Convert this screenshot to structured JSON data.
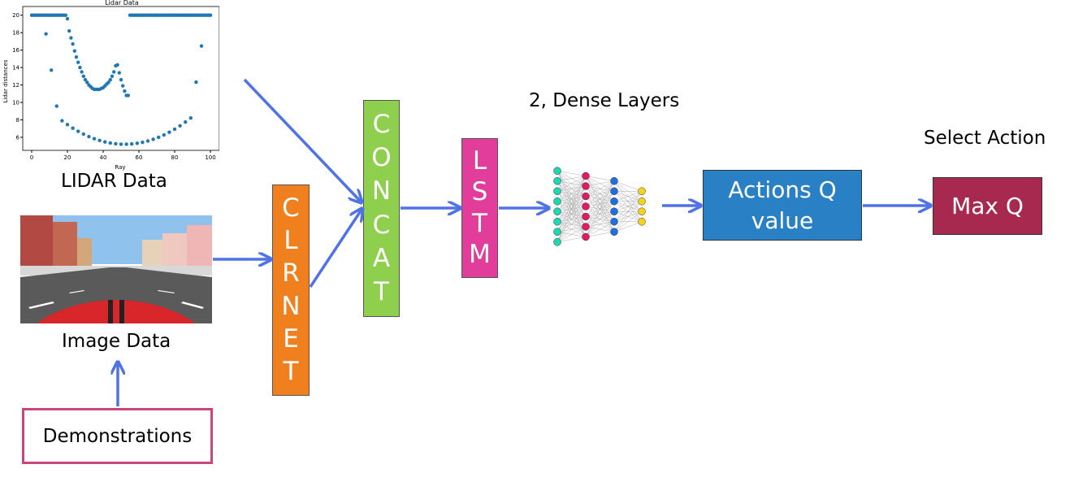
{
  "lidar_panel": {
    "chart_title": "Lidar Data",
    "xlabel": "Ray",
    "ylabel": "Lidar distances",
    "caption": "LIDAR Data"
  },
  "chart_data": {
    "type": "scatter",
    "title": "Lidar Data",
    "xlabel": "Ray",
    "ylabel": "Lidar distances",
    "xlim": [
      -5,
      105
    ],
    "ylim": [
      4.5,
      21
    ],
    "xticks": [
      0,
      20,
      40,
      60,
      80,
      100
    ],
    "yticks": [
      6,
      8,
      10,
      12,
      14,
      16,
      18,
      20
    ],
    "series": [
      {
        "color": "#1f77b4",
        "x": [
          0,
          1,
          2,
          3,
          4,
          5,
          6,
          7,
          8,
          9,
          10,
          11,
          12,
          13,
          14,
          15,
          16,
          17,
          18,
          19,
          20,
          21,
          22,
          23,
          24,
          25,
          26,
          27,
          28,
          29,
          30,
          31,
          32,
          33,
          34,
          35,
          36,
          37,
          38,
          39,
          40,
          41,
          42,
          43,
          44,
          45,
          46,
          47,
          48,
          49,
          50,
          51,
          52,
          53,
          54,
          55,
          56,
          57,
          58,
          59,
          60,
          61,
          62,
          63,
          64,
          65,
          66,
          67,
          68,
          69,
          70,
          71,
          72,
          73,
          74,
          75,
          76,
          77,
          78,
          79,
          80,
          81,
          82,
          83,
          84,
          85,
          86,
          87,
          88,
          89,
          90,
          91,
          92,
          93,
          94,
          95,
          96,
          97,
          98,
          99,
          100
        ],
        "y": [
          20,
          20,
          20,
          20,
          20,
          20,
          20,
          20,
          20,
          20,
          20,
          20,
          20,
          20,
          20,
          20,
          20,
          20,
          20,
          20,
          19.6,
          18.2,
          17.4,
          16.7,
          15.9,
          15.2,
          14.6,
          14.0,
          13.5,
          13.0,
          12.6,
          12.3,
          12.0,
          11.8,
          11.6,
          11.5,
          11.5,
          11.5,
          11.5,
          11.6,
          11.7,
          11.9,
          12.1,
          12.3,
          12.6,
          13.0,
          13.5,
          14.2,
          14.3,
          13.4,
          12.6,
          11.9,
          11.3,
          10.8,
          10.8,
          20,
          20,
          20,
          20,
          20,
          20,
          20,
          20,
          20,
          20,
          20,
          20,
          20,
          20,
          20,
          20,
          20,
          20,
          20,
          20,
          20,
          20,
          20,
          20,
          20,
          20,
          20,
          20,
          20,
          20,
          20,
          20,
          20,
          20,
          20,
          20,
          20,
          20,
          20,
          20,
          20,
          20,
          20,
          20,
          20,
          20
        ]
      }
    ]
  },
  "image_panel": {
    "caption": "Image Data"
  },
  "demonstrations": {
    "label": "Demonstrations"
  },
  "clrnet": {
    "letters": [
      "C",
      "L",
      "R",
      "N",
      "E",
      "T"
    ]
  },
  "concat": {
    "letters": [
      "C",
      "O",
      "N",
      "C",
      "A",
      "T"
    ]
  },
  "lstm": {
    "letters": [
      "L",
      "S",
      "T",
      "M"
    ]
  },
  "dense": {
    "label": "2, Dense Layers"
  },
  "actions": {
    "line1": "Actions Q",
    "line2": "value"
  },
  "select_action": {
    "label": "Select Action"
  },
  "maxq": {
    "label": "Max Q"
  },
  "colors": {
    "arrow": "#4f73e6",
    "clrnet": "#f07f1e",
    "concat": "#8ecf4e",
    "lstm": "#e23d9b",
    "actions": "#2980c4",
    "maxq": "#a8294f",
    "demonstrations_border": "#c9467c",
    "scatter": "#1f77b4"
  }
}
